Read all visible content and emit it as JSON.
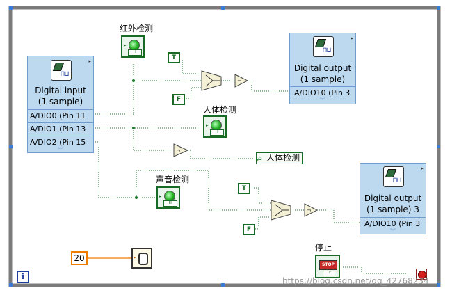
{
  "loop": {
    "info_label": "i"
  },
  "digital_input": {
    "title_line1": "Digital input",
    "title_line2": "(1 sample)",
    "terminals": [
      "A/DIO0 (Pin 11",
      "A/DIO1 (Pin 13",
      "A/DIO2 (Pin 15"
    ]
  },
  "digital_output_1": {
    "title_line1": "Digital output",
    "title_line2": "(1 sample)",
    "terminal": "A/DIO10 (Pin 3"
  },
  "digital_output_3": {
    "title_line1": "Digital output",
    "title_line2": "(1 sample) 3",
    "terminal": "A/DIO10 (Pin 3"
  },
  "indicators": {
    "infrared": "红外检测",
    "human": "人体检测",
    "sound": "声音检测"
  },
  "local_variable": {
    "label": "人体检测"
  },
  "constants": {
    "true_label": "T",
    "false_label": "F",
    "wait_ms": "20"
  },
  "stop_control": {
    "label": "停止",
    "face": "STOP"
  },
  "indicator_tf": "TF",
  "watermark": "https://blog.csdn.net/qq_42768234"
}
